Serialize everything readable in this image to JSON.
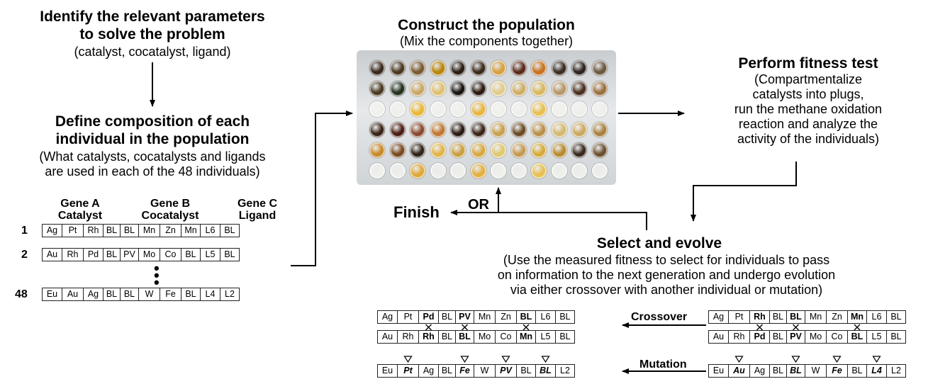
{
  "step1": {
    "title_line1": "Identify the relevant parameters",
    "title_line2": "to solve the problem",
    "subtitle": "(catalyst, cocatalyst, ligand)"
  },
  "step2": {
    "title_line1": "Define composition of each",
    "title_line2": "individual in the population",
    "sub_line1": "(What catalysts, cocatalysts and ligands",
    "sub_line2": "are used in each of the 48 individuals)"
  },
  "genes": [
    {
      "line1": "Gene A",
      "line2": "Catalyst"
    },
    {
      "line1": "Gene B",
      "line2": "Cocatalyst"
    },
    {
      "line1": "Gene C",
      "line2": "Ligand"
    }
  ],
  "individuals": [
    {
      "num": "1",
      "cells": [
        "Ag",
        "Pt",
        "Rh",
        "BL",
        "BL",
        "Mn",
        "Zn",
        "Mn",
        "L6",
        "BL"
      ]
    },
    {
      "num": "2",
      "cells": [
        "Au",
        "Rh",
        "Pd",
        "BL",
        "PV",
        "Mo",
        "Co",
        "BL",
        "L5",
        "BL"
      ]
    },
    {
      "num": "48",
      "cells": [
        "Eu",
        "Au",
        "Ag",
        "BL",
        "BL",
        "W",
        "Fe",
        "BL",
        "L4",
        "L2"
      ]
    }
  ],
  "ellipsis": "⋮",
  "step3": {
    "title": "Construct the population",
    "subtitle": "(Mix the components together)"
  },
  "step4": {
    "title": "Perform fitness test",
    "lines": [
      "(Compartmentalize",
      "catalysts into plugs,",
      "run the methane oxidation",
      "reaction and analyze the",
      "activity of the individuals)"
    ]
  },
  "finish": {
    "label": "Finish",
    "or": "OR"
  },
  "step5": {
    "title": "Select and evolve",
    "lines": [
      "(Use the measured fitness to select for individuals to pass",
      "on information to the next generation and undergo evolution",
      "via either crossover with another individual or mutation)"
    ]
  },
  "crossover": {
    "label": "Crossover",
    "result_top": [
      "Ag",
      "Pt",
      "Pd",
      "BL",
      "PV",
      "Mn",
      "Zn",
      "BL",
      "L6",
      "BL"
    ],
    "result_bottom": [
      "Au",
      "Rh",
      "Rh",
      "BL",
      "BL",
      "Mo",
      "Co",
      "Mn",
      "L5",
      "BL"
    ],
    "parent_top": [
      "Ag",
      "Pt",
      "Rh",
      "BL",
      "BL",
      "Mn",
      "Zn",
      "Mn",
      "L6",
      "BL"
    ],
    "parent_bottom": [
      "Au",
      "Rh",
      "Pd",
      "BL",
      "PV",
      "Mo",
      "Co",
      "BL",
      "L5",
      "BL"
    ],
    "swapped_indices": [
      2,
      4,
      7
    ]
  },
  "mutation": {
    "label": "Mutation",
    "result": [
      "Eu",
      "Pt",
      "Ag",
      "BL",
      "Fe",
      "W",
      "PV",
      "BL",
      "BL",
      "L2"
    ],
    "parent": [
      "Eu",
      "Au",
      "Ag",
      "BL",
      "BL",
      "W",
      "Fe",
      "BL",
      "L4",
      "L2"
    ],
    "mutated_indices": [
      1,
      4,
      6,
      8
    ]
  },
  "plate_colors": [
    [
      "#3a2a1e",
      "#4a3820",
      "#7a5a30",
      "#b8860b",
      "#2a1e14",
      "#3b2a1a",
      "#d8a040",
      "#5a2a1a",
      "#c8731e",
      "#3a2e22",
      "#2e2420",
      "#6a5840"
    ],
    [
      "#4a3a22",
      "#23311e",
      "#c9a766",
      "#e0c070",
      "#1a1410",
      "#2a1a10",
      "#e2cc8a",
      "#cfae64",
      "#d8b860",
      "#b6986a",
      "#4a3020",
      "#9a7040"
    ],
    [
      "#f0f0ea",
      "#eeeeea",
      "#e8b83a",
      "#f0f0ea",
      "#eeeeea",
      "#e7b540",
      "#f0f0ea",
      "#eeeeea",
      "#e8c050",
      "#f0f0ea",
      "#eeeeea",
      "#eeeeea"
    ],
    [
      "#3a2418",
      "#4a1e14",
      "#8a4a30",
      "#c07830",
      "#2a1a14",
      "#3a2418",
      "#c8a050",
      "#6a4a24",
      "#b89048",
      "#d4b870",
      "#cca860",
      "#a88040"
    ],
    [
      "#c88a2a",
      "#7a4a20",
      "#2e2418",
      "#e2b448",
      "#caa040",
      "#d8a840",
      "#e0c870",
      "#c49a50",
      "#d8aa3a",
      "#b88a30",
      "#3a2a1e",
      "#6a5030"
    ],
    [
      "#f0f0ea",
      "#eeeeea",
      "#e0a838",
      "#eeeeea",
      "#eeeeea",
      "#e3b040",
      "#f0f0ea",
      "#eeeeea",
      "#e8c050",
      "#f0f0ea",
      "#eeeeea",
      "#eeeeea"
    ]
  ]
}
